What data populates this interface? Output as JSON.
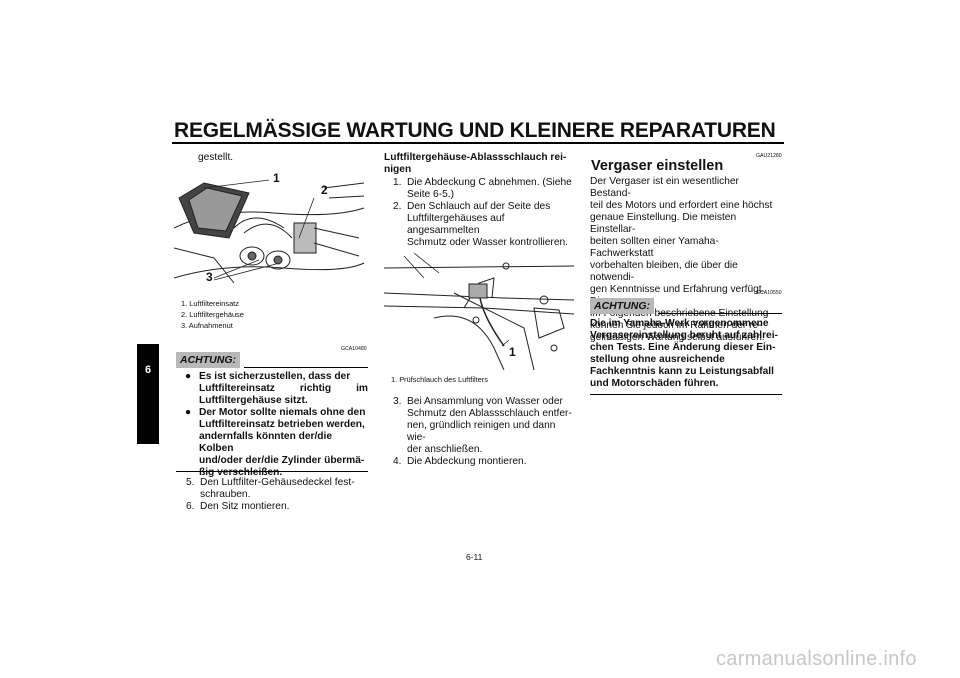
{
  "header": {
    "title": "REGELMÄSSIGE WARTUNG UND KLEINERE REPARATUREN"
  },
  "side_tab": {
    "chapter": "6"
  },
  "col1": {
    "intro": "gestellt.",
    "figure_callouts": [
      "1",
      "2",
      "3"
    ],
    "captions": [
      "1. Luftfiltereinsatz",
      "2. Luftfiltergehäuse",
      "3. Aufnahmenut"
    ],
    "notice_code": "GCA10480",
    "notice_label": "ACHTUNG:",
    "notice_bullets": [
      [
        "Es ist sicherzustellen, dass der",
        "Luftfiltereinsatz richtig im",
        "Luftfiltergehäuse sitzt."
      ],
      [
        "Der Motor sollte niemals ohne den",
        "Luftfiltereinsatz betrieben werden,",
        "andernfalls könnten der/die Kolben",
        "und/oder der/die Zylinder übermä-",
        "ßig verschleißen."
      ]
    ],
    "steps": [
      {
        "num": "5.",
        "lines": [
          "Den Luftfilter-Gehäusedeckel fest-",
          "schrauben."
        ]
      },
      {
        "num": "6.",
        "lines": [
          "Den Sitz montieren."
        ]
      }
    ]
  },
  "col2": {
    "heading": [
      "Luftfiltergehäuse-Ablassschlauch rei-",
      "nigen"
    ],
    "steps_a": [
      {
        "num": "1.",
        "lines": [
          "Die Abdeckung C abnehmen. (Siehe",
          "Seite 6-5.)"
        ]
      },
      {
        "num": "2.",
        "lines": [
          "Den Schlauch auf der Seite des",
          "Luftfiltergehäuses auf angesammelten",
          "Schmutz oder Wasser kontrollieren."
        ]
      }
    ],
    "figure_callouts": [
      "1"
    ],
    "caption": "1. Prüfschlauch des Luftfilters",
    "steps_b": [
      {
        "num": "3.",
        "lines": [
          "Bei Ansammlung von Wasser oder",
          "Schmutz den Ablassschlauch entfer-",
          "nen, gründlich reinigen und dann wie-",
          "der anschließen."
        ]
      },
      {
        "num": "4.",
        "lines": [
          "Die Abdeckung montieren."
        ]
      }
    ]
  },
  "col3": {
    "section_code": "GAU21280",
    "heading": "Vergaser einstellen",
    "body": [
      "Der Vergaser ist ein wesentlicher Bestand-",
      "teil des Motors und erfordert eine höchst",
      "genaue Einstellung. Die meisten Einstellar-",
      "beiten sollten einer Yamaha-Fachwerkstatt",
      "vorbehalten bleiben, die über die notwendi-",
      "gen Kenntnisse und Erfahrung verfügt. Die",
      "im Folgenden beschriebene Einstellung",
      "können Sie jedoch im Rahmen der re-",
      "gelmäßigen Wartung selbst ausführen."
    ],
    "notice_code": "GCA10550",
    "notice_label": "ACHTUNG:",
    "notice_text": [
      "Die im Yamaha-Werk vorgenommene",
      "Vergasereinstellung beruht auf zahlrei-",
      "chen Tests. Eine Änderung dieser Ein-",
      "stellung ohne ausreichende",
      "Fachkenntnis kann zu Leistungsabfall",
      "und Motorschäden führen."
    ]
  },
  "footer": {
    "page": "6-11",
    "watermark": "carmanualsonline.info"
  }
}
